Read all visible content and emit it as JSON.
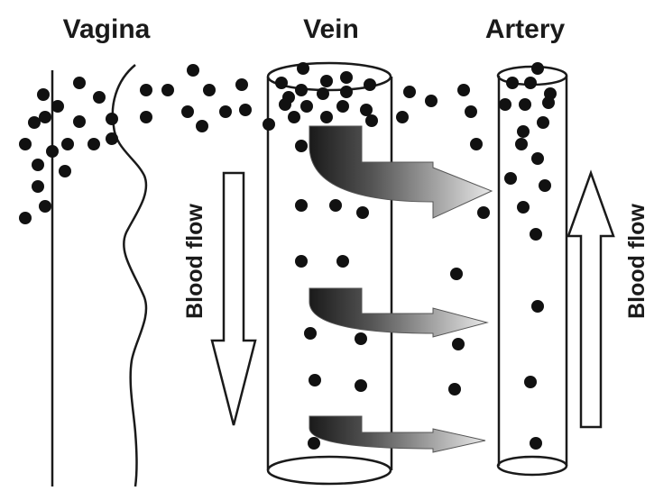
{
  "titles": {
    "vagina": "Vagina",
    "vein": "Vein",
    "artery": "Artery"
  },
  "flow_labels": {
    "left": "Blood flow",
    "right": "Blood flow"
  },
  "colors": {
    "ink": "#1a1a1a",
    "dot": "#111111"
  }
}
